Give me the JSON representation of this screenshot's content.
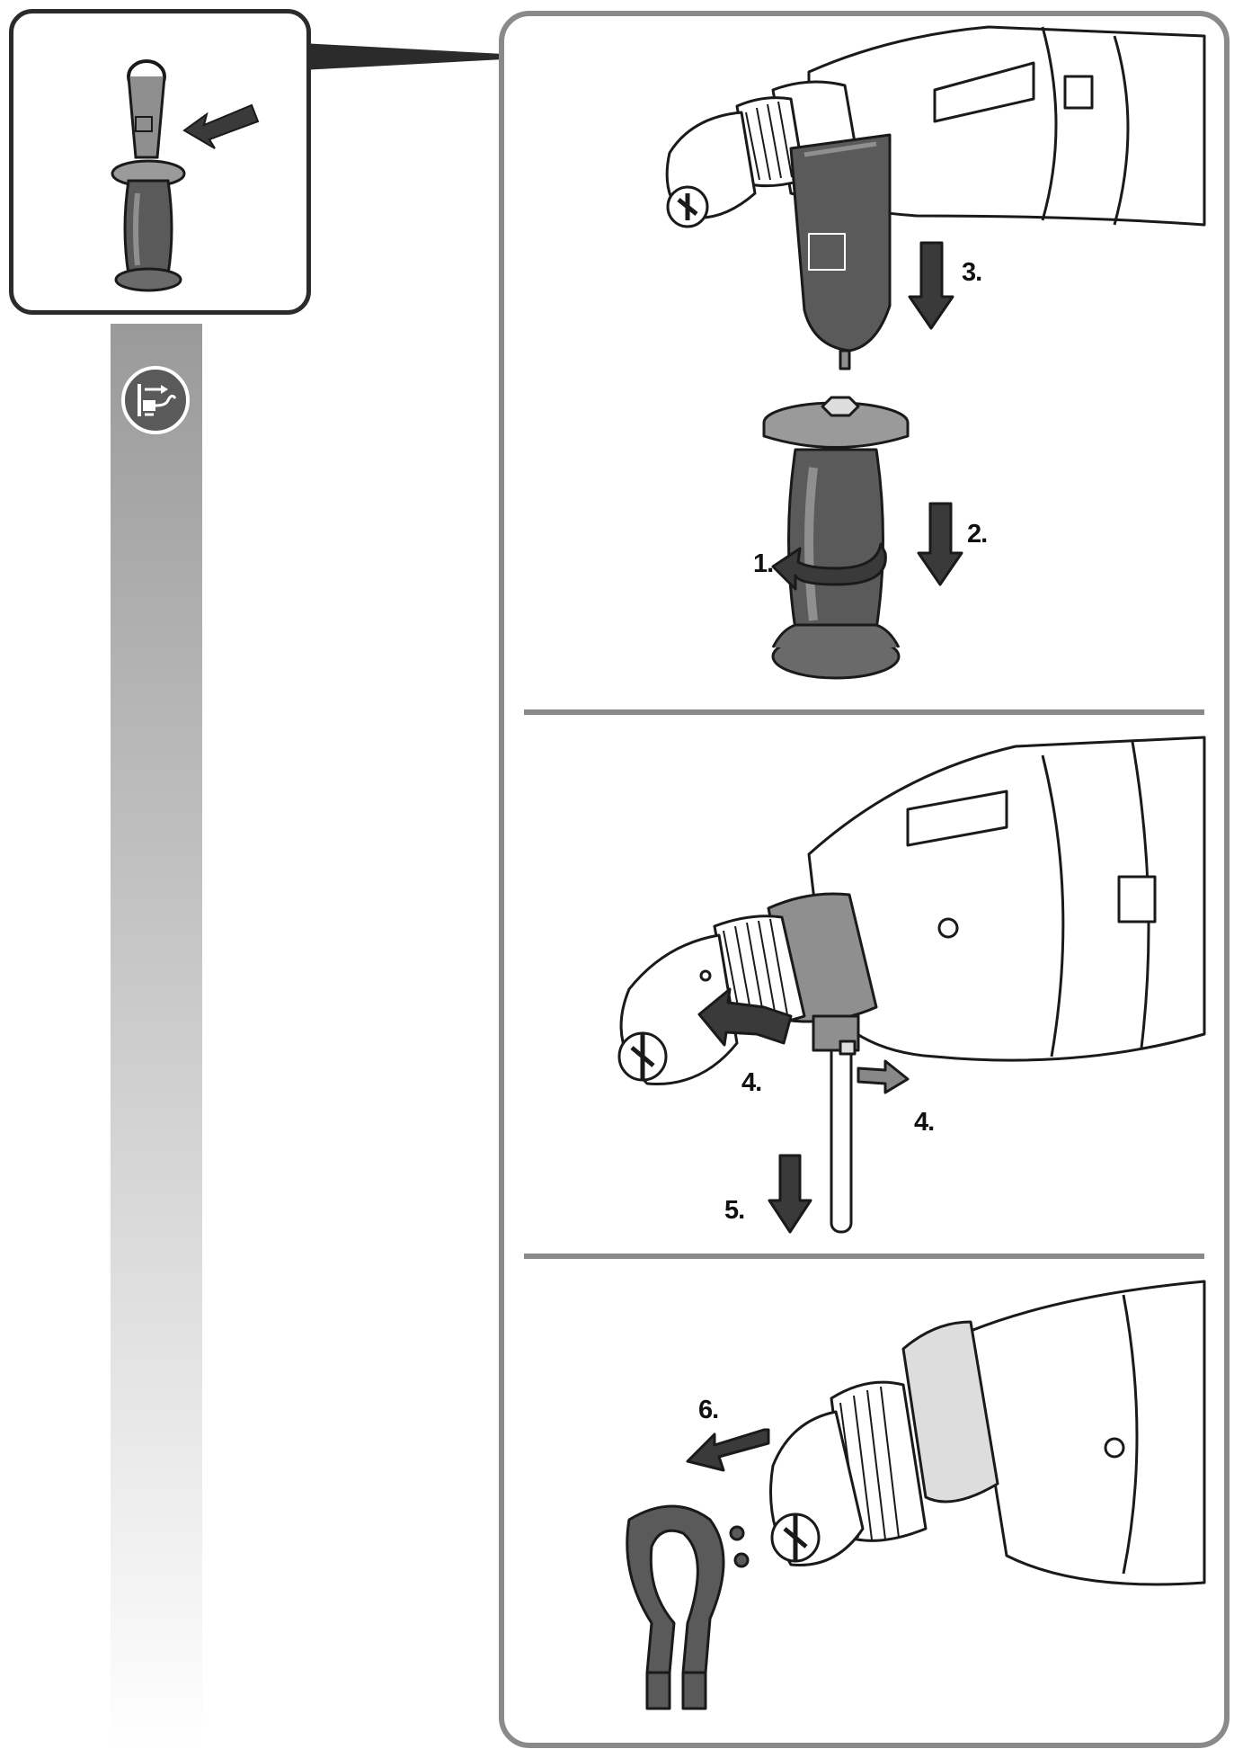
{
  "labels": {
    "step1": "1.",
    "step2": "2.",
    "step3": "3.",
    "step4a": "4.",
    "step4b": "4.",
    "step5": "5.",
    "step6": "6."
  },
  "icons": {
    "badge": "unplug-power-icon",
    "arrow": "direction-arrow-icon",
    "rotate": "rotate-arrow-icon"
  },
  "colors": {
    "panel_border": "#8a8a8a",
    "inset_border": "#2b2b2b",
    "tool_fill": "#ffffff",
    "handle_dark": "#5a5a5a",
    "handle_mid": "#8f8f8f",
    "line": "#1a1a1a"
  }
}
